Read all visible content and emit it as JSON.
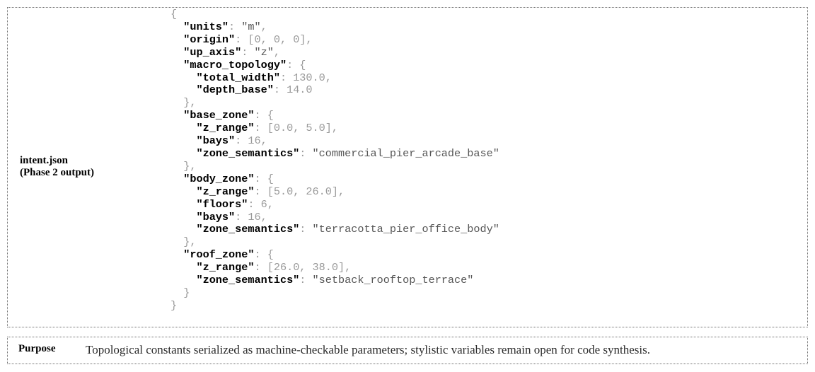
{
  "intent_panel": {
    "label_line1": "intent.json",
    "label_line2": "(Phase 2 output)"
  },
  "json_code": {
    "open_brace": "{",
    "close_brace": "}",
    "units": {
      "key": "\"units\"",
      "value": "\"m\""
    },
    "origin": {
      "key": "\"origin\"",
      "value": "[0, 0, 0]"
    },
    "up_axis": {
      "key": "\"up_axis\"",
      "value": "\"z\""
    },
    "macro_topology": {
      "key": "\"macro_topology\"",
      "total_width": {
        "key": "\"total_width\"",
        "value": "130.0"
      },
      "depth_base": {
        "key": "\"depth_base\"",
        "value": "14.0"
      }
    },
    "base_zone": {
      "key": "\"base_zone\"",
      "z_range": {
        "key": "\"z_range\"",
        "value": "[0.0, 5.0]"
      },
      "bays": {
        "key": "\"bays\"",
        "value": "16"
      },
      "zone_semantics": {
        "key": "\"zone_semantics\"",
        "value": "\"commercial_pier_arcade_base\""
      }
    },
    "body_zone": {
      "key": "\"body_zone\"",
      "z_range": {
        "key": "\"z_range\"",
        "value": "[5.0, 26.0]"
      },
      "floors": {
        "key": "\"floors\"",
        "value": "6"
      },
      "bays": {
        "key": "\"bays\"",
        "value": "16"
      },
      "zone_semantics": {
        "key": "\"zone_semantics\"",
        "value": "\"terracotta_pier_office_body\""
      }
    },
    "roof_zone": {
      "key": "\"roof_zone\"",
      "z_range": {
        "key": "\"z_range\"",
        "value": "[26.0, 38.0]"
      },
      "zone_semantics": {
        "key": "\"zone_semantics\"",
        "value": "\"setback_rooftop_terrace\""
      }
    }
  },
  "purpose": {
    "label": "Purpose",
    "text": "Topological constants serialized as machine-checkable parameters; stylistic variables remain open for code synthesis."
  }
}
